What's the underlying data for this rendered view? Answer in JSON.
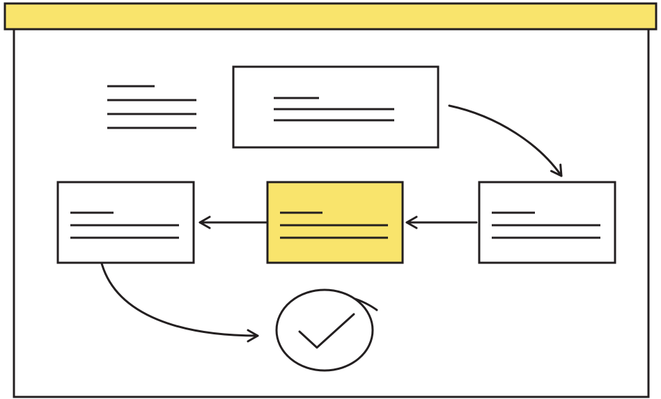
{
  "colors": {
    "stroke": "#231f20",
    "accent": "#f9e46c",
    "background": "#ffffff"
  },
  "diagram": {
    "kind": "process flow illustration",
    "nodes": [
      {
        "id": "note",
        "style": "plain-text"
      },
      {
        "id": "start",
        "style": "box"
      },
      {
        "id": "step-right",
        "style": "box"
      },
      {
        "id": "step-middle",
        "style": "box-highlighted"
      },
      {
        "id": "step-left",
        "style": "box"
      }
    ],
    "edges": [
      {
        "from": "start",
        "to": "step-right"
      },
      {
        "from": "step-right",
        "to": "step-middle"
      },
      {
        "from": "step-middle",
        "to": "step-left"
      },
      {
        "from": "step-left",
        "to": "done"
      }
    ],
    "end_icon": "check-circle-icon"
  }
}
